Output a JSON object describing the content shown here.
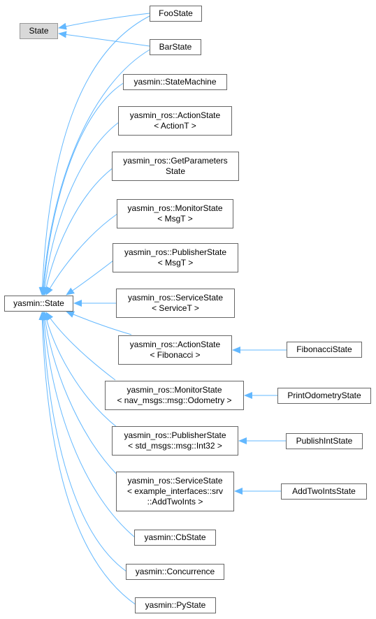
{
  "colors": {
    "edge": "#63b8ff",
    "border": "#666666",
    "root_fill": "#d9d9d9"
  },
  "nodes": {
    "state": {
      "lines": [
        "State"
      ]
    },
    "foo_state": {
      "lines": [
        "FooState"
      ]
    },
    "bar_state": {
      "lines": [
        "BarState"
      ]
    },
    "yasmin_state": {
      "lines": [
        "yasmin::State"
      ]
    },
    "state_machine": {
      "lines": [
        "yasmin::StateMachine"
      ]
    },
    "action_state_t": {
      "lines": [
        "yasmin_ros::ActionState",
        "< ActionT >"
      ]
    },
    "get_parameters_state": {
      "lines": [
        "yasmin_ros::GetParameters",
        "State"
      ]
    },
    "monitor_state_t": {
      "lines": [
        "yasmin_ros::MonitorState",
        "< MsgT >"
      ]
    },
    "publisher_state_t": {
      "lines": [
        "yasmin_ros::PublisherState",
        "< MsgT >"
      ]
    },
    "service_state_t": {
      "lines": [
        "yasmin_ros::ServiceState",
        "< ServiceT >"
      ]
    },
    "action_state_fib": {
      "lines": [
        "yasmin_ros::ActionState",
        "< Fibonacci >"
      ]
    },
    "monitor_state_odom": {
      "lines": [
        "yasmin_ros::MonitorState",
        "< nav_msgs::msg::Odometry >"
      ]
    },
    "publisher_state_int": {
      "lines": [
        "yasmin_ros::PublisherState",
        "< std_msgs::msg::Int32 >"
      ]
    },
    "service_state_addtwo": {
      "lines": [
        "yasmin_ros::ServiceState",
        "< example_interfaces::srv",
        "::AddTwoInts >"
      ]
    },
    "cb_state": {
      "lines": [
        "yasmin::CbState"
      ]
    },
    "concurrence": {
      "lines": [
        "yasmin::Concurrence"
      ]
    },
    "py_state": {
      "lines": [
        "yasmin::PyState"
      ]
    },
    "fibonacci_state": {
      "lines": [
        "FibonacciState"
      ]
    },
    "print_odometry_state": {
      "lines": [
        "PrintOdometryState"
      ]
    },
    "publish_int_state": {
      "lines": [
        "PublishIntState"
      ]
    },
    "add_two_ints_state": {
      "lines": [
        "AddTwoIntsState"
      ]
    }
  }
}
